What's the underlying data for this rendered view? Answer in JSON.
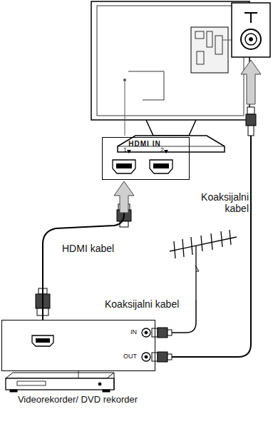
{
  "diagram": {
    "nodes": [
      {
        "text": [
          "HDMI IN",
          "1",
          "2"
        ]
      },
      {
        "text": [
          "IN",
          "OUT",
          "Videorekorder/ DVD rekorder"
        ]
      }
    ],
    "edges": [
      {
        "from": 1,
        "to": 0,
        "arrow": "to",
        "label": "HDMI kabel"
      }
    ],
    "labels": [
      "Koaksijalni kabel",
      "Koaksijalni kabel"
    ]
  }
}
